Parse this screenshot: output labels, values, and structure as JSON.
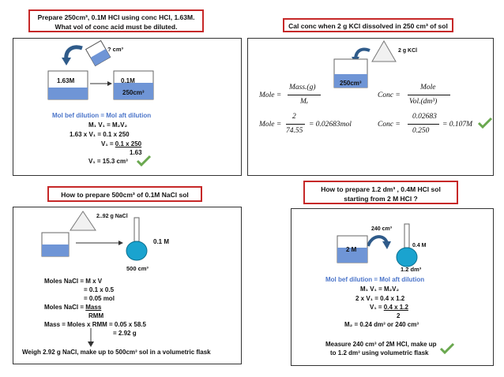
{
  "q1": {
    "title_l1": "Prepare 250cm³, 0.1M HCl  using conc HCl, 1.63M.",
    "title_l2": "What vol of conc acid must be diluted.",
    "unknown": "? cm³",
    "beaker1_label": "1.63M",
    "beaker2_label": "0.1M",
    "beaker2_vol": "250cm³",
    "rule": "Mol bef dilution = Mol aft dilution",
    "line1": "M₁ V₁ = M₂V₂",
    "line2": "1.63  x V₁ = 0.1  x 250",
    "line3_pre": "V₁ = ",
    "line3_frac": "0.1 x 250",
    "line4": "1.63",
    "line5": "V₁ = 15.3 cm³"
  },
  "q2": {
    "title": "Cal  conc when 2 g KCl dissolved in 250 cm³  of sol",
    "solid": "2 g KCl",
    "beaker_vol": "250cm³",
    "mole_lhs": "Mole =",
    "mole_num": "Mass.(g)",
    "mole_den": "Mᵣ",
    "mole2_lhs": "Mole =",
    "mole2_num": "2",
    "mole2_den": "74.55",
    "mole2_rhs": "= 0.02683mol",
    "conc_lhs": "Conc =",
    "conc_num": "Mole",
    "conc_den": "Vol.(dm³)",
    "conc2_lhs": "Conc =",
    "conc2_num": "0.02683",
    "conc2_den": "0.250",
    "conc2_rhs": "= 0.107M"
  },
  "q3": {
    "title": "How to prepare 500cm³ of 0.1M NaCl sol",
    "solid": "2..92 g NaCl",
    "flask_conc": "0.1 M",
    "flask_vol": "500 cm³",
    "l1": "Moles NaCl = M x V",
    "l2": "= 0.1 x 0.5",
    "l3": "= 0.05 mol",
    "l4_pre": "Moles NaCl = ",
    "l4_u": "Mass",
    "l5": "RMM",
    "l6": "Mass = Moles x RMM = 0.05 x 58.5",
    "l7": "= 2.92 g",
    "final": "Weigh 2.92 g NaCl, make up to 500cm³ sol in a volumetric flask"
  },
  "q4": {
    "title_l1": "How to prepare 1.2 dm³ , 0.4M HCl sol",
    "title_l2": "starting from 2 M HCl ?",
    "transfer_vol": "240 cm³",
    "beaker_conc": "2 M",
    "flask_conc": "0.4 M",
    "flask_vol": "1.2 dm³",
    "rule": "Mol bef dilution = Mol aft dilution",
    "line1": "M₁ V₁ = M₂V₂",
    "line2": "2 x V₁ = 0.4 x 1.2",
    "line3_pre": "V₁ = ",
    "line3_frac": "0.4 x 1.2",
    "line4": "2",
    "line5": "M₂ = 0.24 dm³ or 240 cm³",
    "final_l1": "Measure 240 cm³ of 2M HCl, make up",
    "final_l2": "to 1.2 dm³  using volumetric flask"
  },
  "colors": {
    "title_border": "#c62828",
    "liquid": "#6f95d6",
    "flask_liquid": "#1aa3cf",
    "accent_text": "#4a74c9",
    "arrow": "#2f5b8a",
    "tick": "#6aa84f"
  }
}
